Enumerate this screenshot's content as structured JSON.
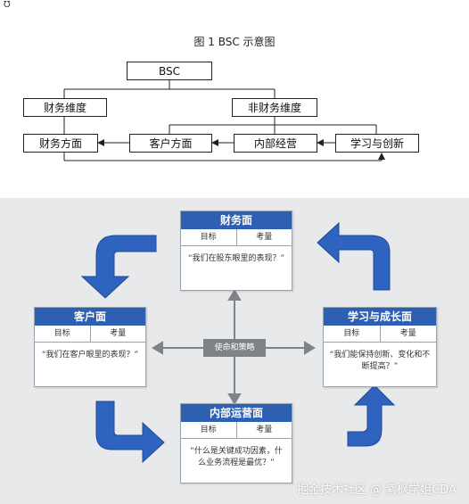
{
  "top_diagram": {
    "title": "图 1 BSC 示意图",
    "nodes": {
      "bsc": "BSC",
      "financial_dim": "财务维度",
      "nonfinancial_dim": "非财务维度",
      "financial": "财务方面",
      "customer": "客户方面",
      "internal": "内部经营",
      "learning": "学习与创新"
    }
  },
  "bottom_diagram": {
    "center": "使命和策略",
    "column_objective": "目标",
    "column_measure": "考量",
    "cards": {
      "financial": {
        "title": "财务面",
        "question": "“我们在股东眼里的表现？”"
      },
      "customer": {
        "title": "客户面",
        "question": "“我们在客户眼里的表现？”"
      },
      "learning": {
        "title": "学习与成长面",
        "question": "“我们能保持创新、变化和不断提高？”"
      },
      "internal": {
        "title": "内部运营面",
        "question": "“什么是关键成功因素，什么业务流程是最优？”"
      }
    },
    "colors": {
      "header": "#2d5fb3",
      "arrow": "#2f63c0",
      "center": "#7f8287"
    }
  },
  "watermark": "掘金技术社区 @ 紫枫学姐CDA"
}
